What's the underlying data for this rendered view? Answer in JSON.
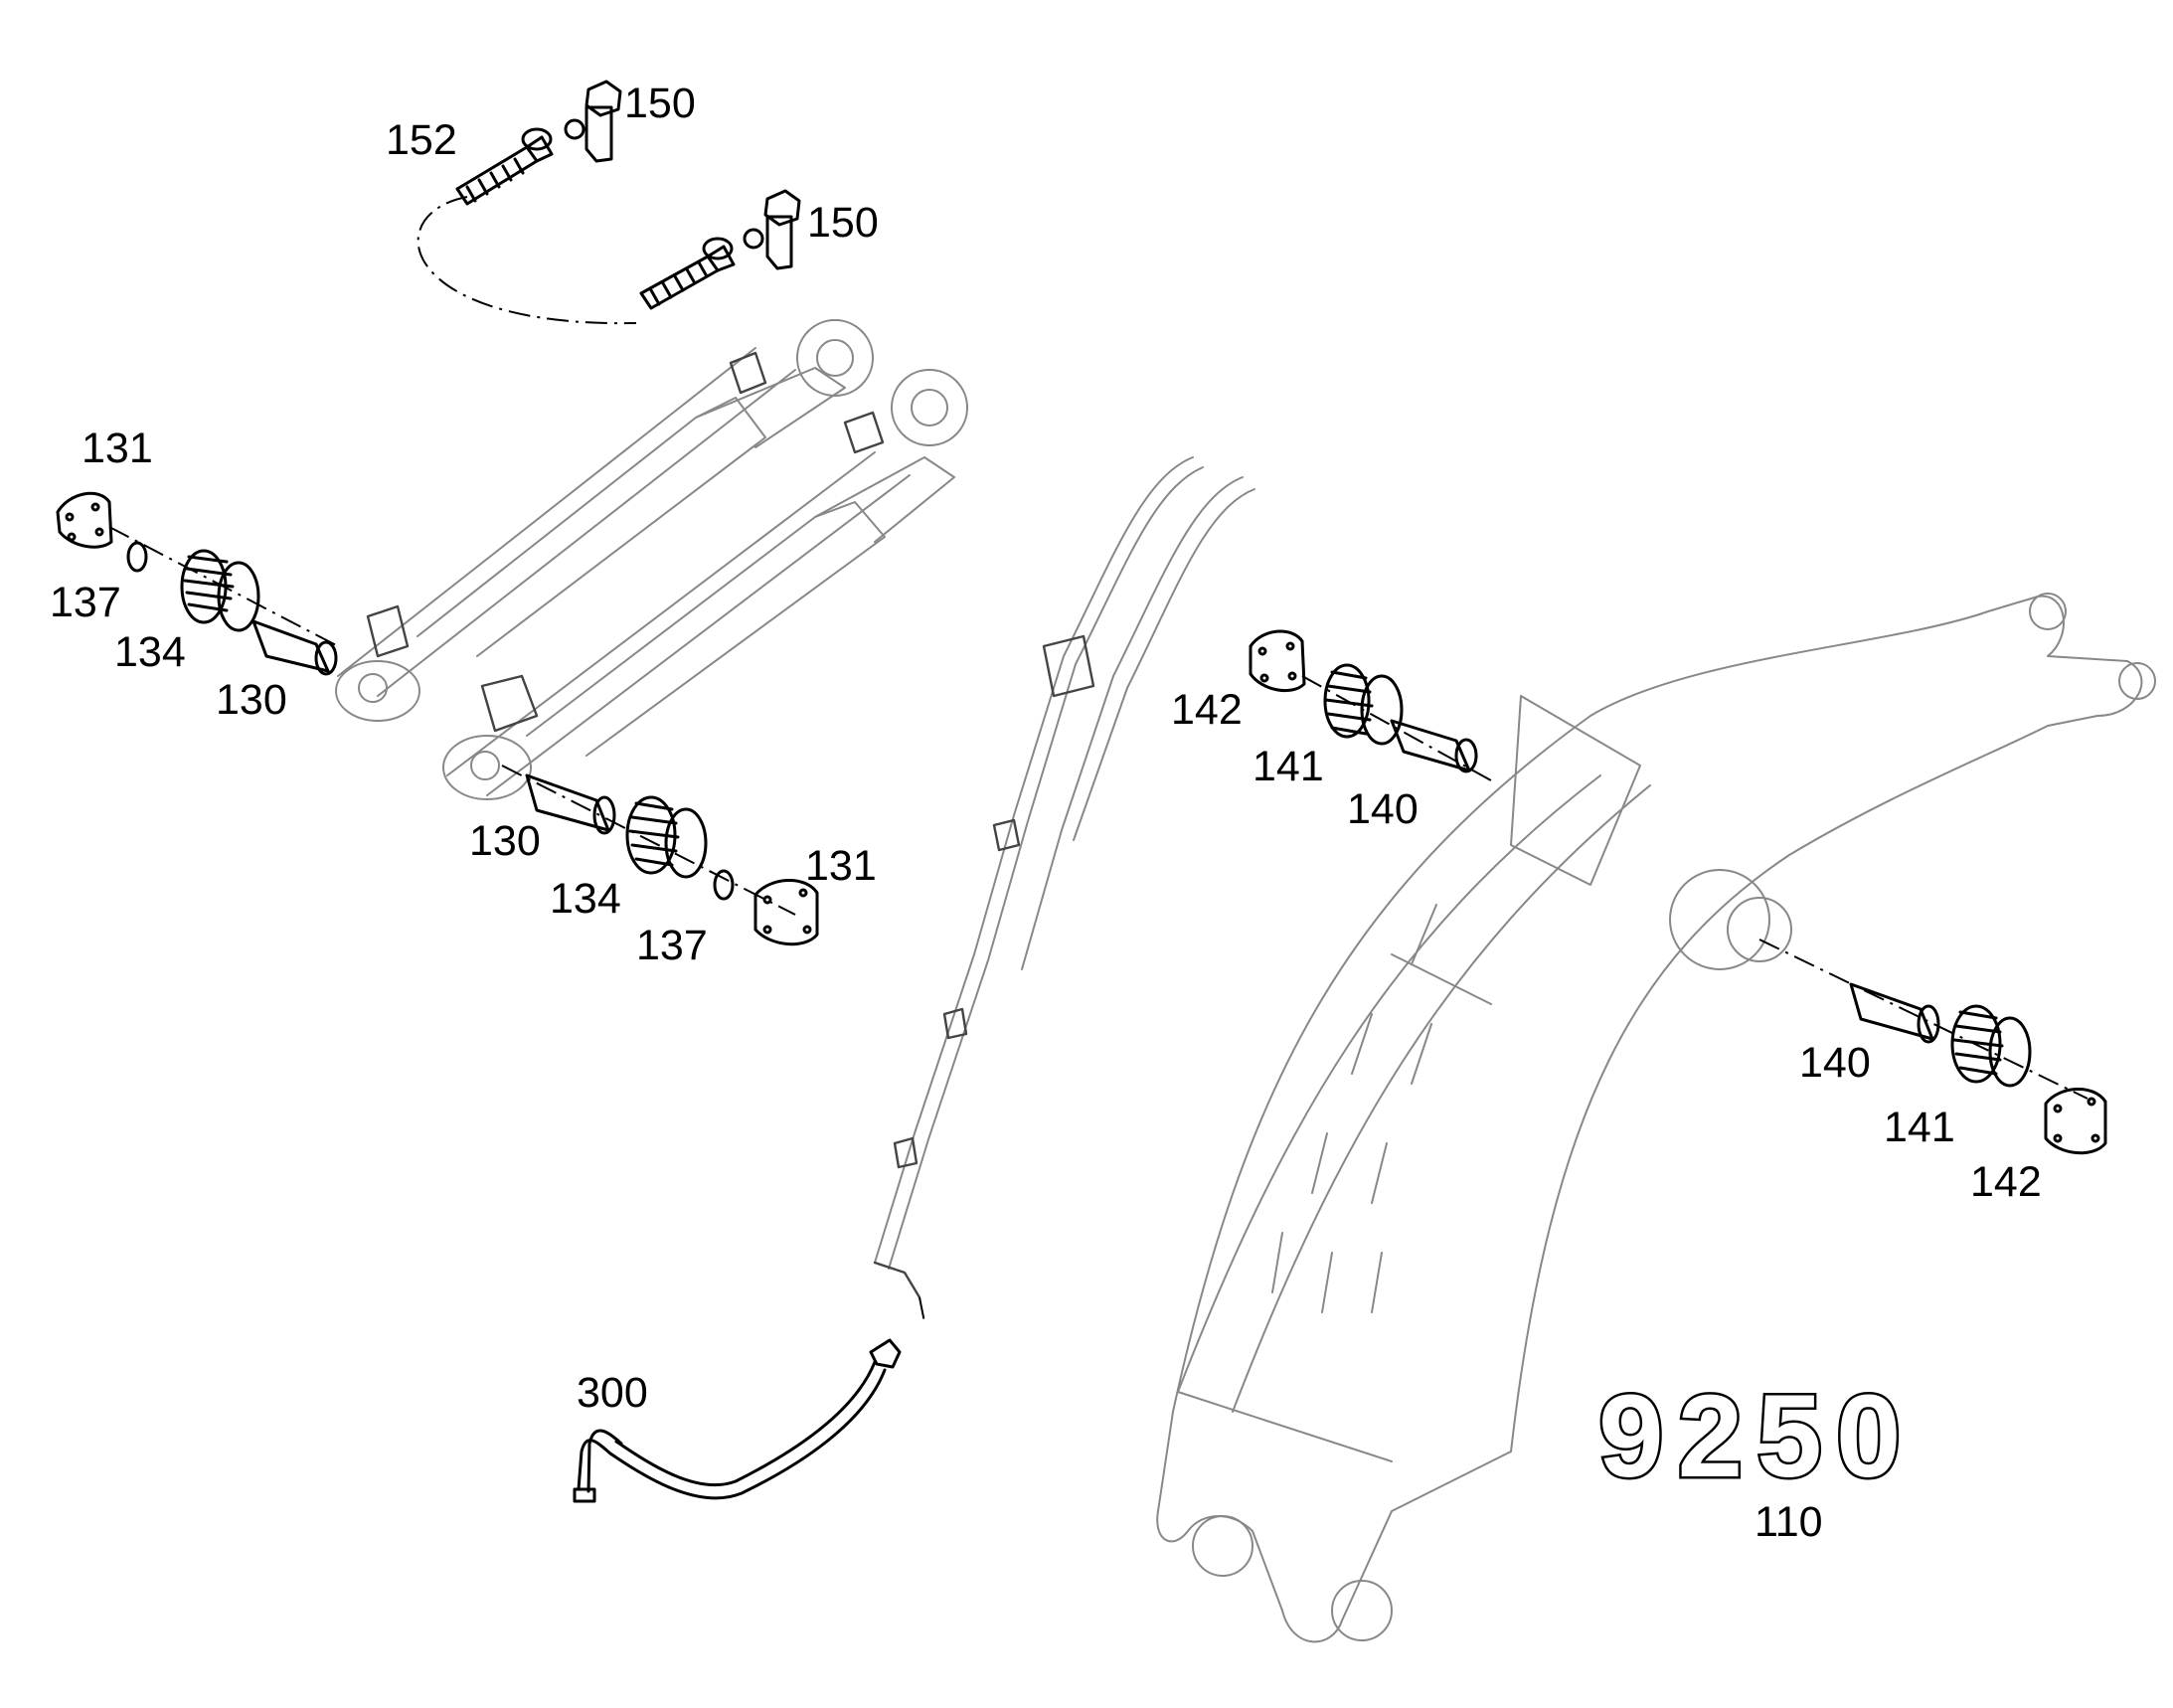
{
  "diagram": {
    "model_number": "9250",
    "part_labels": [
      {
        "id": "150a",
        "text": "150"
      },
      {
        "id": "152",
        "text": "152"
      },
      {
        "id": "150b",
        "text": "150"
      },
      {
        "id": "131a",
        "text": "131"
      },
      {
        "id": "137a",
        "text": "137"
      },
      {
        "id": "134a",
        "text": "134"
      },
      {
        "id": "130a",
        "text": "130"
      },
      {
        "id": "130b",
        "text": "130"
      },
      {
        "id": "134b",
        "text": "134"
      },
      {
        "id": "137b",
        "text": "137"
      },
      {
        "id": "131b",
        "text": "131"
      },
      {
        "id": "142a",
        "text": "142"
      },
      {
        "id": "141a",
        "text": "141"
      },
      {
        "id": "140a",
        "text": "140"
      },
      {
        "id": "140b",
        "text": "140"
      },
      {
        "id": "141b",
        "text": "141"
      },
      {
        "id": "142b",
        "text": "142"
      },
      {
        "id": "300",
        "text": "300"
      },
      {
        "id": "110",
        "text": "110"
      }
    ]
  }
}
